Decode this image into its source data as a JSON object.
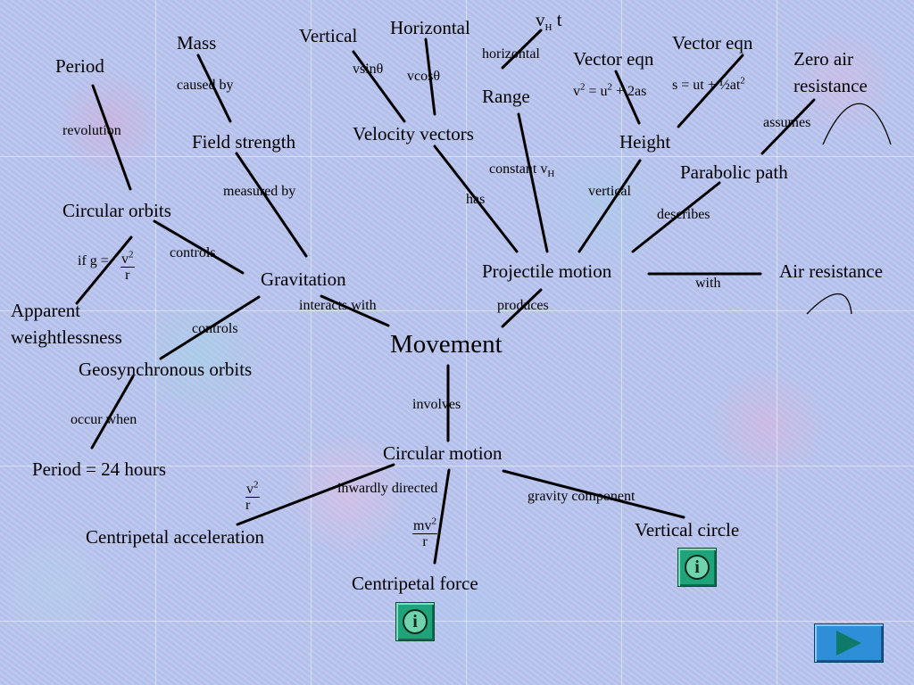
{
  "nodes": {
    "period": "Period",
    "mass": "Mass",
    "vertical": "Vertical",
    "horizontal": "Horizontal",
    "vh_t": "v",
    "vh_t_sub": "H",
    "vh_t_suffix": " t",
    "vector_eqn_1": "Vector eqn",
    "vector_eqn_2": "Vector eqn",
    "zero_air_resistance_1": "Zero air",
    "zero_air_resistance_2": "resistance",
    "range": "Range",
    "velocity_vectors": "Velocity vectors",
    "field_strength": "Field strength",
    "height": "Height",
    "parabolic_path": "Parabolic path",
    "circular_orbits": "Circular orbits",
    "gravitation": "Gravitation",
    "projectile_motion": "Projectile motion",
    "air_resistance": "Air resistance",
    "apparent_weightlessness_1": "Apparent",
    "apparent_weightlessness_2": "weightlessness",
    "movement": "Movement",
    "geosynchronous_orbits": "Geosynchronous orbits",
    "period_24_hours": "Period = 24 hours",
    "circular_motion": "Circular motion",
    "centripetal_acceleration": "Centripetal acceleration",
    "vertical_circle": "Vertical circle",
    "centripetal_force": "Centripetal force"
  },
  "links": {
    "revolution": "revolution",
    "caused_by": "caused by",
    "vsin": "vsinθ",
    "vcos": "vcosθ",
    "horizontal_link": "horizontal",
    "eq_v2": "v",
    "eq_v2_rest": " = u",
    "eq_v2_end": " + 2as",
    "eq_s": "s = ut + ½at",
    "assumes": "assumes",
    "constant_vh": "constant v",
    "constant_vh_sub": "H",
    "measured_by": "measured by",
    "has": "has",
    "vertical_link": "vertical",
    "describes": "describes",
    "controls_1": "controls",
    "if_g": "if g = ",
    "with": "with",
    "interacts_with": "interacts with",
    "produces": "produces",
    "controls_2": "controls",
    "involves": "involves",
    "occur_when": "occur  when",
    "inwardly_directed": "inwardly directed",
    "gravity_component": "gravity component",
    "sup_2": "2"
  },
  "fractions": {
    "if_g_num": "v",
    "if_g_num_sup": "2",
    "if_g_den": "r",
    "acc_num": "v",
    "acc_num_sup": "2",
    "acc_den": "r",
    "force_num": "mv",
    "force_num_sup": "2",
    "force_den": "r"
  },
  "buttons": {
    "info_glyph": "i"
  },
  "colors": {
    "background": "#b9c6ee",
    "line": "#000000",
    "info_button": "#1fa37a",
    "next_button": "#2f8ed8"
  },
  "icons": [
    "info-icon",
    "next-arrow-icon"
  ]
}
